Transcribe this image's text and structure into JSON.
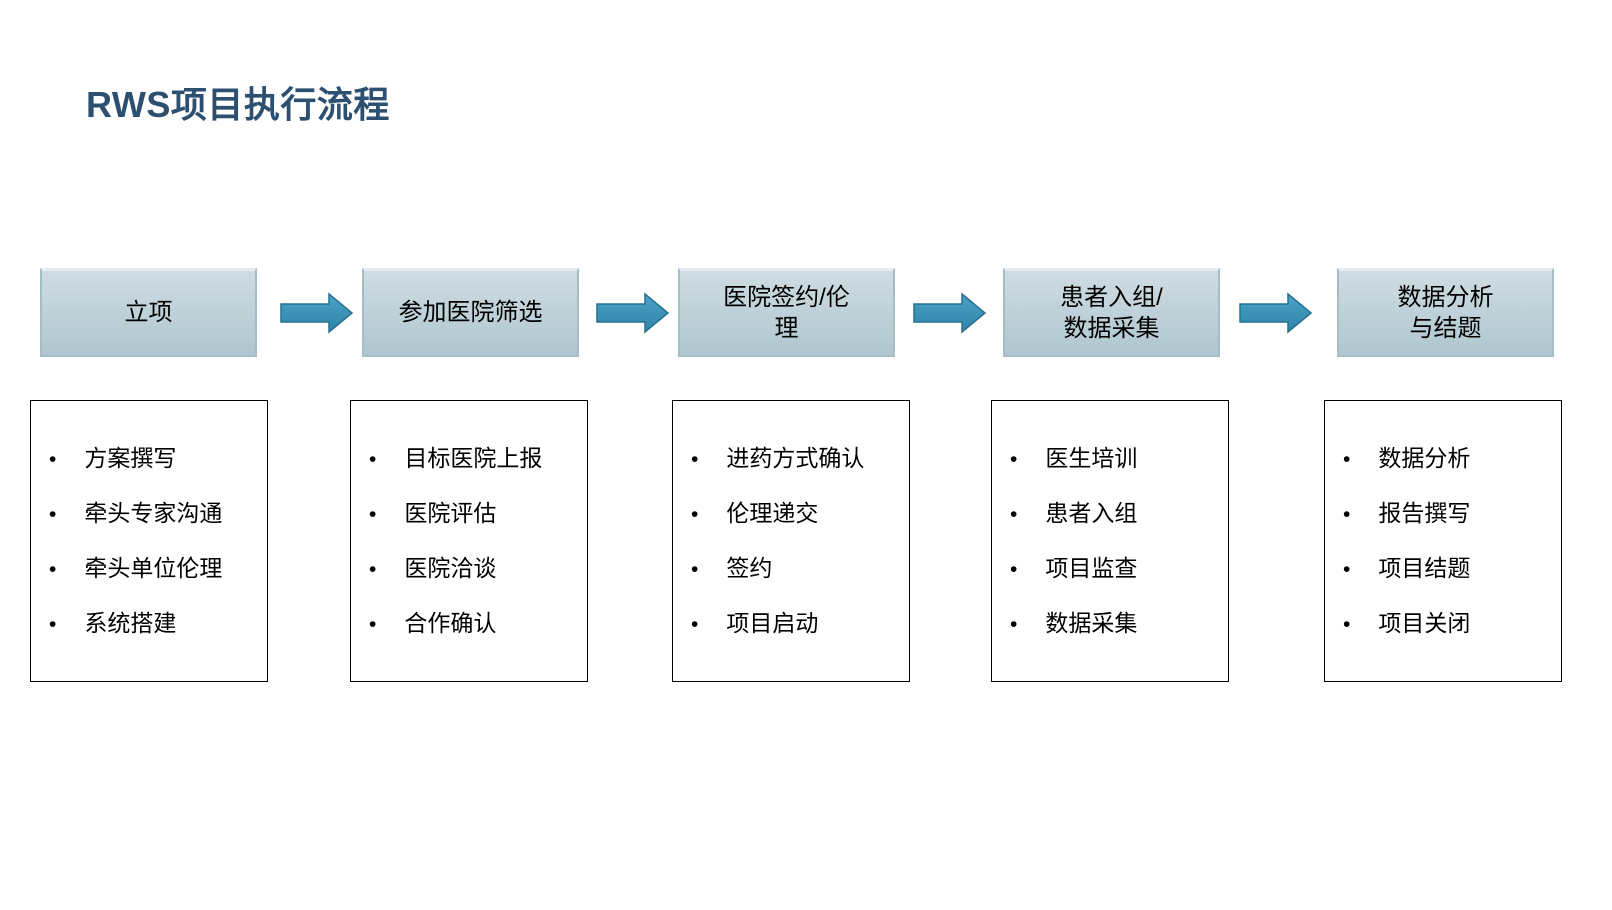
{
  "page": {
    "title": "RWS项目执行流程"
  },
  "icons": {
    "bullet": "•",
    "arrow": "right-arrow"
  },
  "colors": {
    "page_bg": "#ffffff",
    "title_text": "#2d5070",
    "body_text": "#000000",
    "stage_fill_top": "#cfdde2",
    "stage_fill_bottom": "#afc6cf",
    "stage_border": "#a6bdc6",
    "arrow_fill_top": "#4ba3c7",
    "arrow_fill_bottom": "#2e84a9",
    "arrow_outline": "#27708f",
    "detail_border": "#000000"
  },
  "flow": {
    "stages": [
      {
        "label": "立项",
        "label_lines": [
          "立项"
        ],
        "details": [
          "方案撰写",
          "牵头专家沟通",
          "牵头单位伦理",
          "系统搭建"
        ]
      },
      {
        "label": "参加医院筛选",
        "label_lines": [
          "参加医院筛选"
        ],
        "details": [
          "目标医院上报",
          "医院评估",
          "医院洽谈",
          "合作确认"
        ]
      },
      {
        "label": "医院签约/伦理",
        "label_lines": [
          "医院签约/伦",
          "理"
        ],
        "details": [
          "进药方式确认",
          "伦理递交",
          "签约",
          "项目启动"
        ]
      },
      {
        "label": "患者入组/数据采集",
        "label_lines": [
          "患者入组/",
          "数据采集"
        ],
        "details": [
          "医生培训",
          "患者入组",
          "项目监查",
          "数据采集"
        ]
      },
      {
        "label": "数据分析与结题",
        "label_lines": [
          "数据分析",
          "与结题"
        ],
        "details": [
          "数据分析",
          "报告撰写",
          "项目结题",
          "项目关闭"
        ]
      }
    ]
  }
}
